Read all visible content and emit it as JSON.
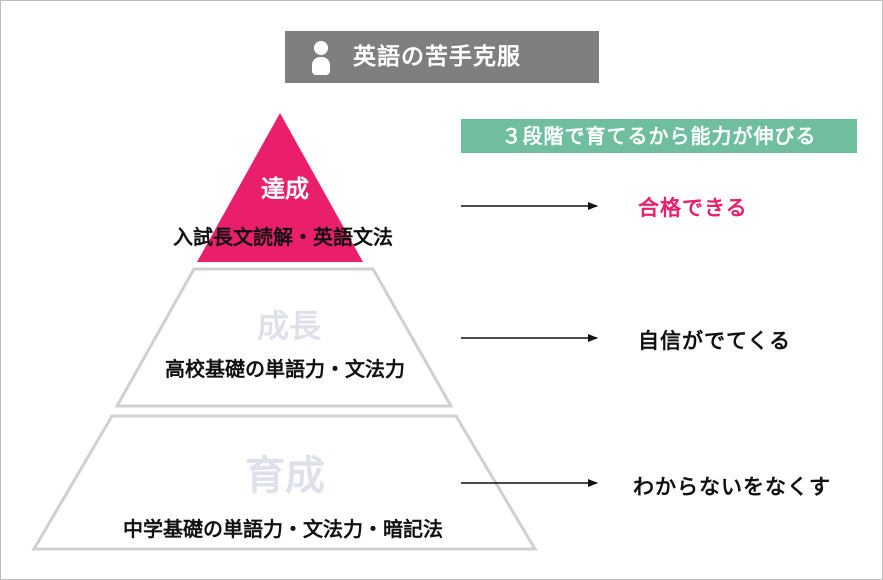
{
  "title": {
    "text": "英語の苦手克服",
    "icon": "person-icon",
    "background": "#7f7f7f"
  },
  "subtitle": {
    "text": "３段階で育てるから能力が伸びる",
    "background": "#6fbf9f"
  },
  "colors": {
    "accent_pink": "#ea1f6c",
    "tier_outline": "#d0d0d0",
    "faded_label": "#e0e0ea"
  },
  "tiers": [
    {
      "name": "達成",
      "description": "入試長文読解・英語文法",
      "outcome": "合格できる"
    },
    {
      "name": "成長",
      "description": "高校基礎の単語力・文法力",
      "outcome": "自信がでてくる"
    },
    {
      "name": "育成",
      "description": "中学基礎の単語力・文法力・暗記法",
      "outcome": "わからないをなくす"
    }
  ]
}
